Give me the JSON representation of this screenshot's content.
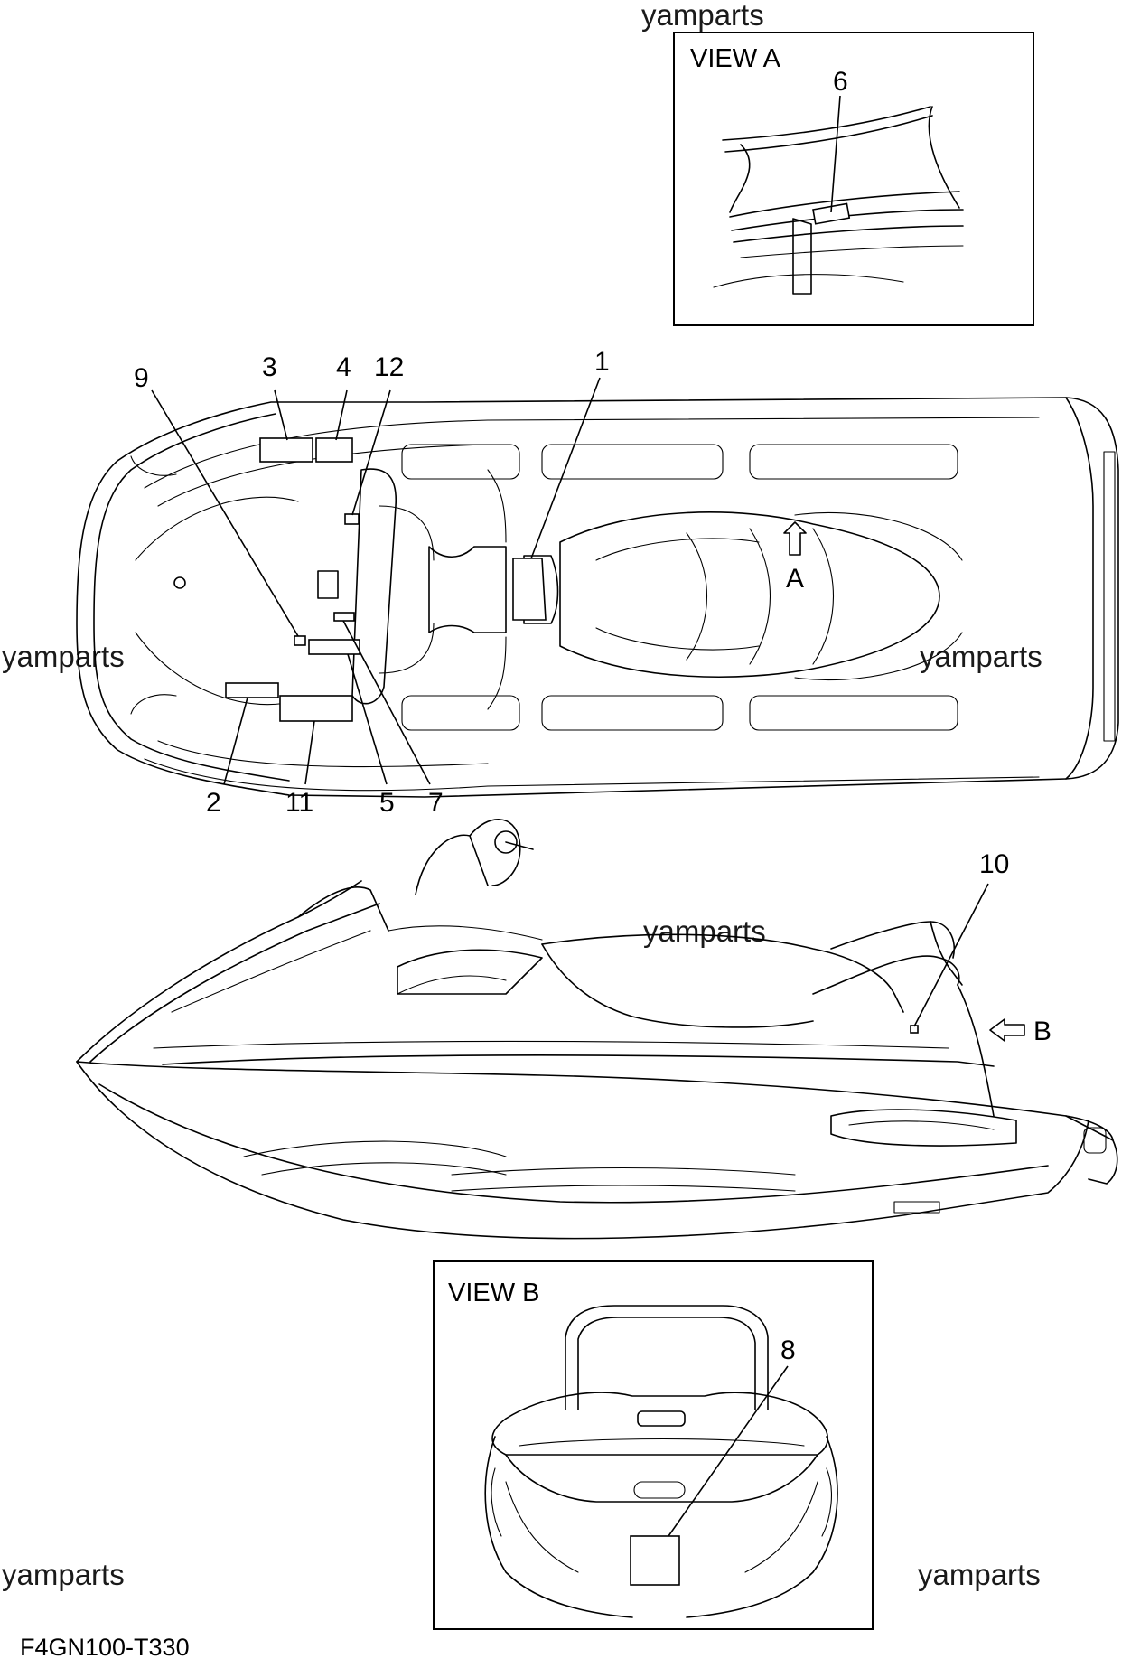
{
  "watermark": "yamparts",
  "diagram_code": "F4GN100-T330",
  "views": {
    "a": {
      "title": "VIEW A",
      "marker": "A"
    },
    "b": {
      "title": "VIEW B",
      "marker": "B"
    }
  },
  "callouts": {
    "c1": "1",
    "c2": "2",
    "c3": "3",
    "c4": "4",
    "c5": "5",
    "c6": "6",
    "c7": "7",
    "c8": "8",
    "c9": "9",
    "c10": "10",
    "c11": "11",
    "c12": "12"
  },
  "colors": {
    "line": "#000000",
    "background": "#ffffff"
  }
}
